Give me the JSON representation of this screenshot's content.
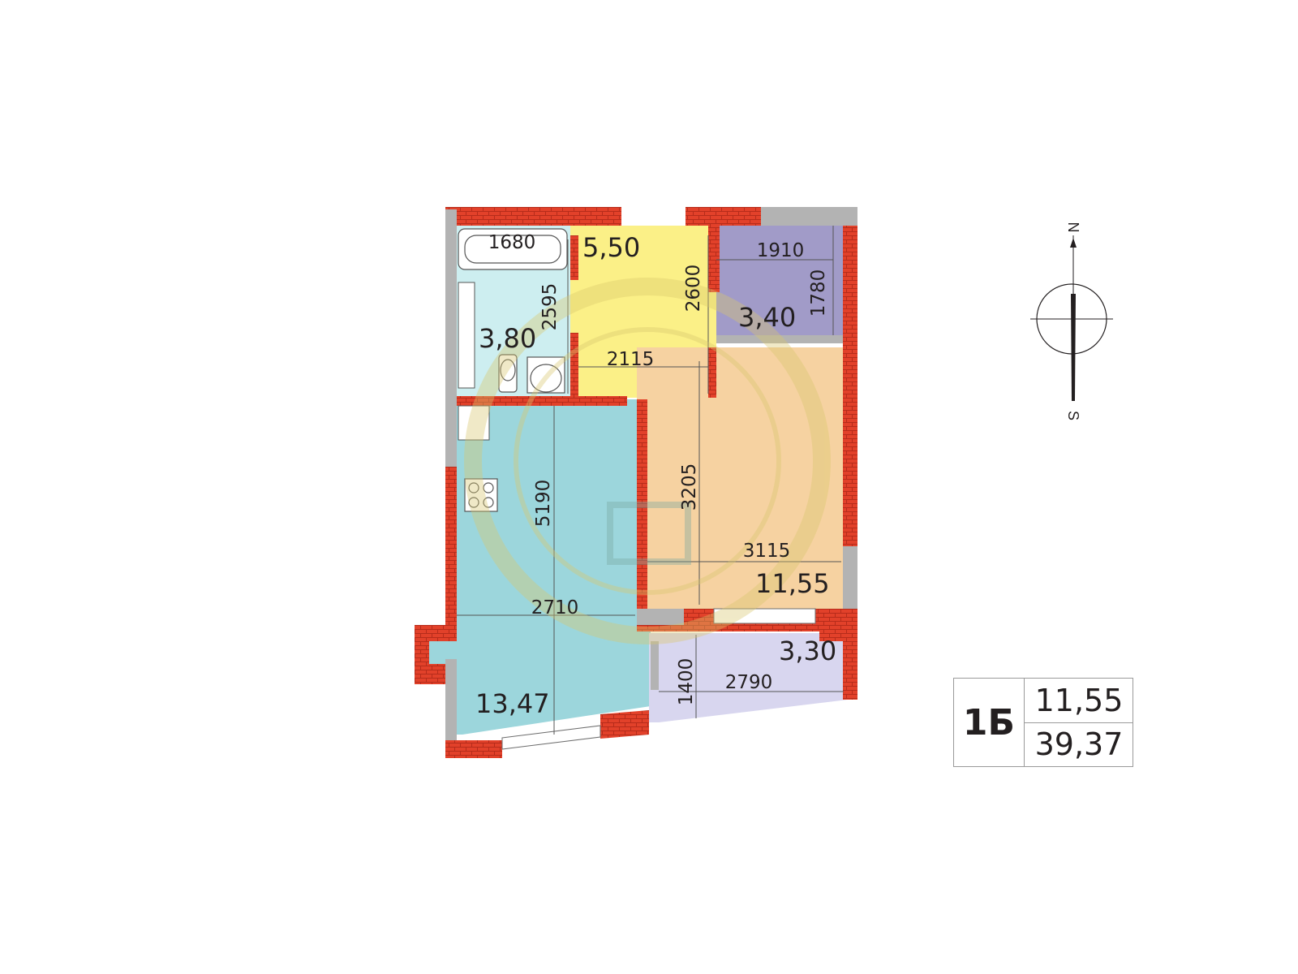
{
  "plan": {
    "apartment_type": "1Б",
    "living_area": "11,55",
    "total_area": "39,37",
    "rooms": [
      {
        "name": "bathroom",
        "area": "3,80",
        "color": "#cdeef0"
      },
      {
        "name": "hallway",
        "area": "5,50",
        "color": "#fbf087"
      },
      {
        "name": "storage",
        "area": "3,40",
        "color": "#a19bc8"
      },
      {
        "name": "bedroom",
        "area": "11,55",
        "color": "#f6d2a1"
      },
      {
        "name": "kitchen-living",
        "area": "13,47",
        "color": "#9cd6dc"
      },
      {
        "name": "balcony",
        "area": "3,30",
        "color": "#d8d6ef"
      }
    ],
    "dimensions": {
      "bath_width": "1680",
      "bath_length": "2595",
      "hall_length": "2600",
      "hall_width": "2115",
      "storage_width": "1910",
      "storage_length": "1780",
      "bedroom_length": "3205",
      "bedroom_width": "3115",
      "kitchen_length": "5190",
      "kitchen_width": "2710",
      "balcony_depth": "1400",
      "balcony_width": "2790"
    },
    "compass": {
      "north": "N",
      "south": "S"
    },
    "colors": {
      "wall": "#e2412a",
      "partition": "#b3b3b3"
    }
  }
}
